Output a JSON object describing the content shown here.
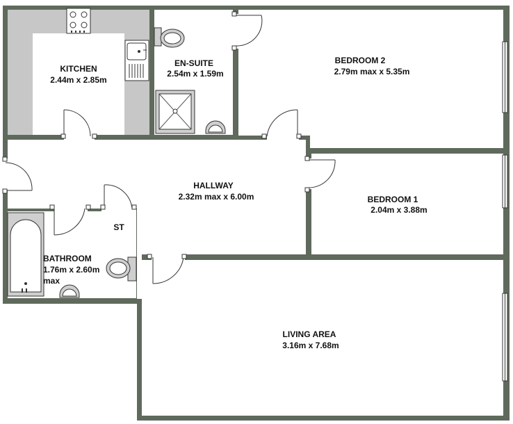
{
  "rooms": {
    "kitchen": {
      "name": "KITCHEN",
      "size": "2.44m x 2.85m"
    },
    "ensuite": {
      "name": "EN-SUITE",
      "size": "2.54m x 1.59m"
    },
    "bedroom2": {
      "name": "BEDROOM 2",
      "size": "2.79m max x 5.35m"
    },
    "hallway": {
      "name": "HALLWAY",
      "size": "2.32m max x 6.00m"
    },
    "bedroom1": {
      "name": "BEDROOM 1",
      "size": "2.04m x 3.88m"
    },
    "store": {
      "name": "ST"
    },
    "bathroom": {
      "name": "BATHROOM",
      "size": "1.76m x 2.60m",
      "size_note": "max"
    },
    "living": {
      "name": "LIVING AREA",
      "size": "3.16m x 7.68m"
    }
  },
  "colors": {
    "wall": "#5f6a5c",
    "floor": "#ffffff",
    "fixture": "#c7c7c7"
  }
}
